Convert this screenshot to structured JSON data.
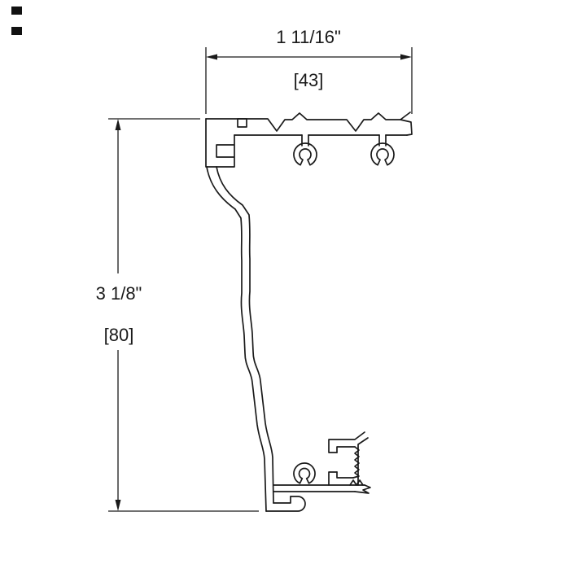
{
  "drawing": {
    "background_color": "#ffffff",
    "line_color": "#1a1a1a",
    "labels": {
      "width_imperial": "1 11/16\"",
      "width_metric": "[43]",
      "height_imperial": "3 1/8\"",
      "height_metric": "[80]"
    },
    "icons": [
      "corner-mark-icon",
      "dimension-arrow-icon"
    ]
  }
}
